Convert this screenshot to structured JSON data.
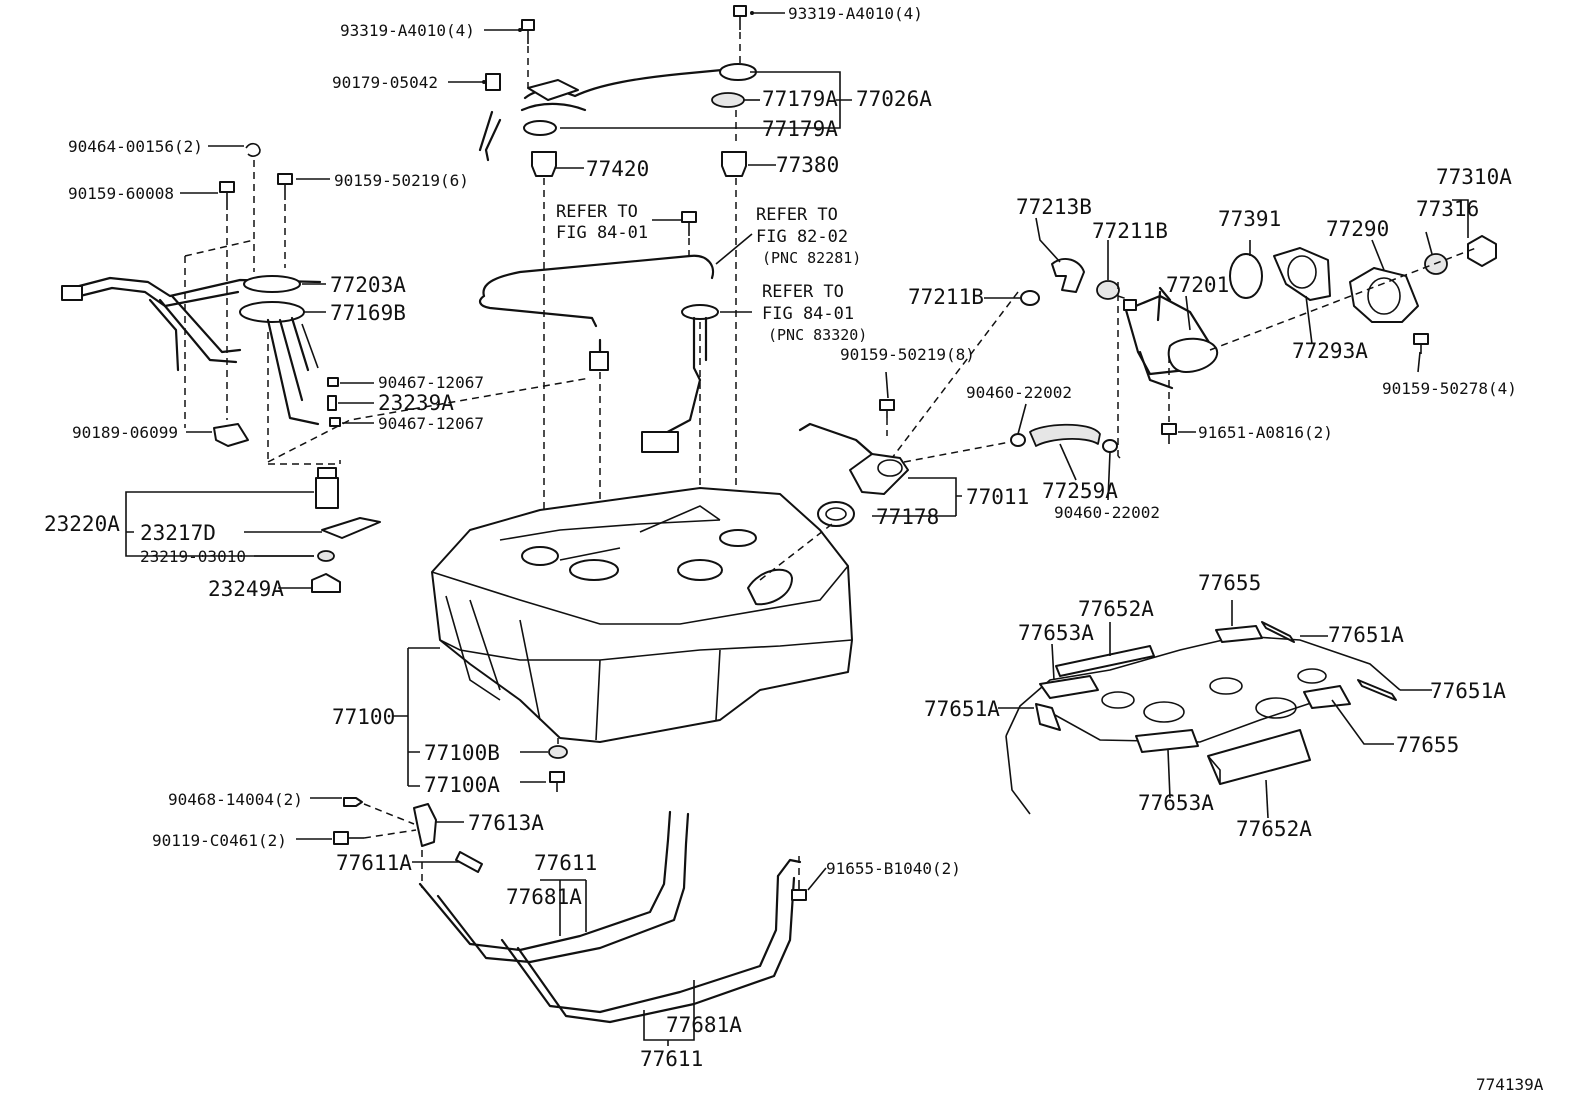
{
  "figure_id": "774139A",
  "notes": {
    "refer1": [
      "REFER TO",
      "FIG 84-01"
    ],
    "refer2": [
      "REFER TO",
      "FIG 82-02",
      "(PNC 82281)"
    ],
    "refer3": [
      "REFER TO",
      "FIG 84-01",
      "(PNC 83320)"
    ]
  },
  "labels": {
    "p93319_l": "93319-A4010(4)",
    "p93319_r": "93319-A4010(4)",
    "p90179": "90179-05042",
    "p77179a_1": "77179A",
    "p77026a": "77026A",
    "p77179a_2": "77179A",
    "p90464": "90464-00156(2)",
    "p77420": "77420",
    "p77380": "77380",
    "p90159_6": "90159-60008",
    "p90159_50219_6": "90159-50219(6)",
    "p77203a": "77203A",
    "p77169b": "77169B",
    "p90467_a": "90467-12067",
    "p23239a": "23239A",
    "p90467_b": "90467-12067",
    "p90189": "90189-06099",
    "p23220a": "23220A",
    "p23217d": "23217D",
    "p23219": "23219-03010",
    "p23249a": "23249A",
    "p77213b": "77213B",
    "p77211b_top": "77211B",
    "p77211b_left": "77211B",
    "p77391": "77391",
    "p77310a": "77310A",
    "p77316": "77316",
    "p77290": "77290",
    "p77201": "77201",
    "p77293a": "77293A",
    "p90159_50278": "90159-50278(4)",
    "p90159_50219_8": "90159-50219(8)",
    "p90460_a": "90460-22002",
    "p91651": "91651-A0816(2)",
    "p77259a": "77259A",
    "p90460_b": "90460-22002",
    "p77011": "77011",
    "p77178": "77178",
    "p77100": "77100",
    "p77100b": "77100B",
    "p77100a": "77100A",
    "p90468": "90468-14004(2)",
    "p77613a": "77613A",
    "p90119": "90119-C0461(2)",
    "p77611a": "77611A",
    "p77611_top": "77611",
    "p77681a_top": "77681A",
    "p91655": "91655-B1040(2)",
    "p77681a_bot": "77681A",
    "p77611_bot": "77611",
    "p77655_top": "77655",
    "p77652a_top": "77652A",
    "p77653a_top": "77653A",
    "p77651a_top": "77651A",
    "p77651a_left": "77651A",
    "p77651a_right": "77651A",
    "p77655_right": "77655",
    "p77653a_bot": "77653A",
    "p77652a_bot": "77652A"
  }
}
